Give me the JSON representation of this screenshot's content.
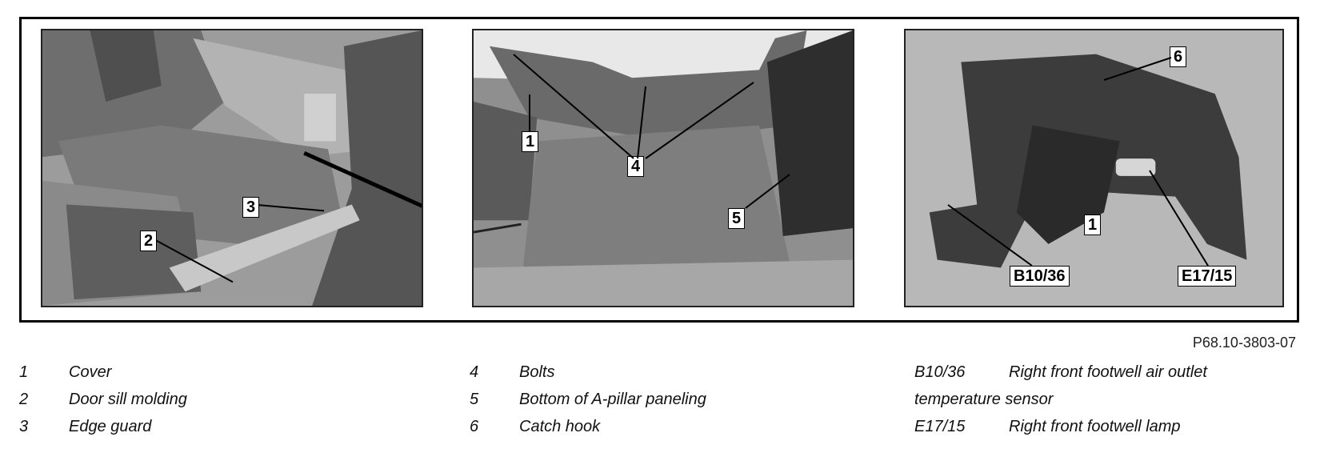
{
  "figure": {
    "reference_code": "P68.10-3803-07",
    "photo_1_callouts": [
      "2",
      "3"
    ],
    "photo_2_callouts": [
      "1",
      "4",
      "5"
    ],
    "photo_3_callouts": [
      "6",
      "1",
      "B10/36",
      "E17/15"
    ]
  },
  "legend": {
    "col1": [
      {
        "num": "1",
        "text": "Cover"
      },
      {
        "num": "2",
        "text": "Door sill molding"
      },
      {
        "num": "3",
        "text": "Edge guard"
      }
    ],
    "col2": [
      {
        "num": "4",
        "text": "Bolts"
      },
      {
        "num": "5",
        "text": "Bottom of A-pillar paneling"
      },
      {
        "num": "6",
        "text": "Catch hook"
      }
    ],
    "col3": [
      {
        "num": "B10/36",
        "text": "Right front footwell air outlet",
        "continuation": "temperature sensor"
      },
      {
        "num": "E17/15",
        "text": "Right front footwell lamp"
      }
    ]
  }
}
